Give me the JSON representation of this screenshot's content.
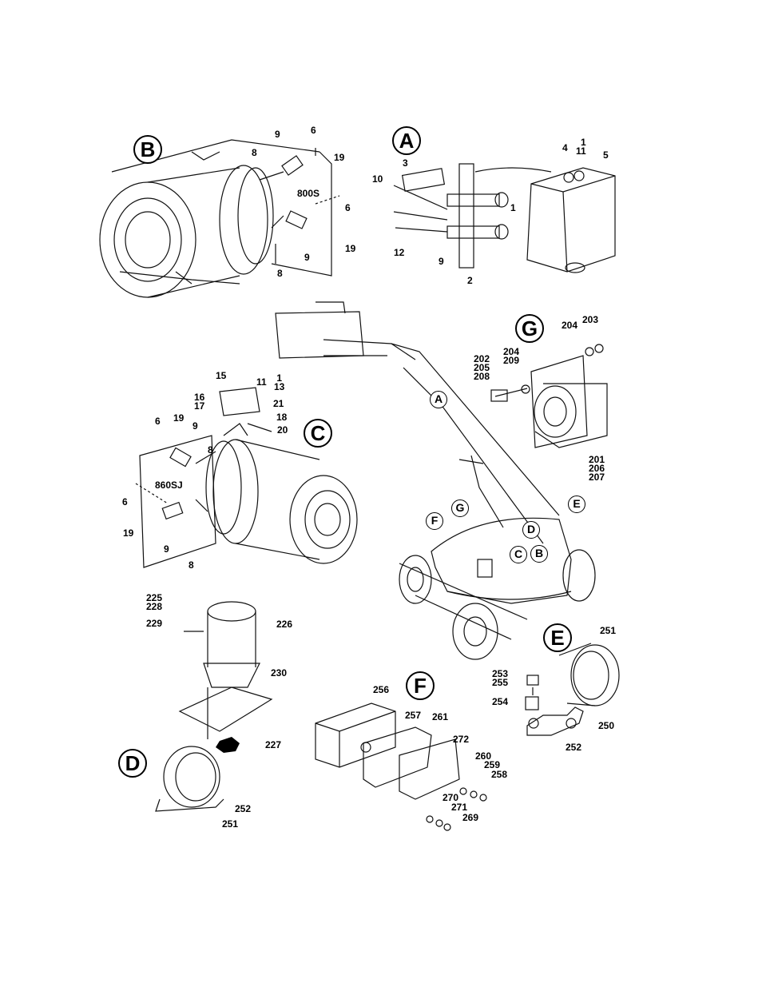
{
  "views": {
    "A": "A",
    "B": "B",
    "C": "C",
    "D": "D",
    "E": "E",
    "F": "F",
    "G": "G"
  },
  "machine_callouts": {
    "A": "A",
    "B": "B",
    "C": "C",
    "D": "D",
    "E": "E",
    "F": "F",
    "G": "G"
  },
  "labels": {
    "b_9": "9",
    "b_6_top": "6",
    "b_8_top": "8",
    "b_19_top": "19",
    "b_800s": "800S",
    "b_6_right": "6",
    "b_19_bottom": "19",
    "b_9_bottom": "9",
    "b_8_bottom": "8",
    "a_4": "4",
    "a_1_11": "1\n11",
    "a_5": "5",
    "a_3": "3",
    "a_10": "10",
    "a_1_right": "1",
    "a_12": "12",
    "a_9": "9",
    "a_2": "2",
    "g_204_top": "204",
    "g_203": "203",
    "g_204_209": "204\n209",
    "g_202_205_208": "202\n205\n208",
    "g_201_206_207": "201\n206\n207",
    "c_15": "15",
    "c_11": "11",
    "c_1_13": "1\n13",
    "c_16_17": "16\n17",
    "c_21": "21",
    "c_18": "18",
    "c_20": "20",
    "c_6_top": "6",
    "c_19_top": "19",
    "c_9": "9",
    "c_8_top": "8",
    "c_860sj": "860SJ",
    "c_6_left": "6",
    "c_19_bottom": "19",
    "c_9_bottom": "9",
    "c_8_bottom": "8",
    "d_225_228": "225\n228",
    "d_229": "229",
    "d_226": "226",
    "d_230": "230",
    "d_227": "227",
    "d_252": "252",
    "d_251": "251",
    "e_251": "251",
    "e_253_255": "253\n255",
    "e_254": "254",
    "e_250": "250",
    "e_252": "252",
    "f_256": "256",
    "f_257": "257",
    "f_261": "261",
    "f_272": "272",
    "f_260": "260",
    "f_259": "259",
    "f_258": "258",
    "f_270": "270",
    "f_271": "271",
    "f_269": "269"
  }
}
